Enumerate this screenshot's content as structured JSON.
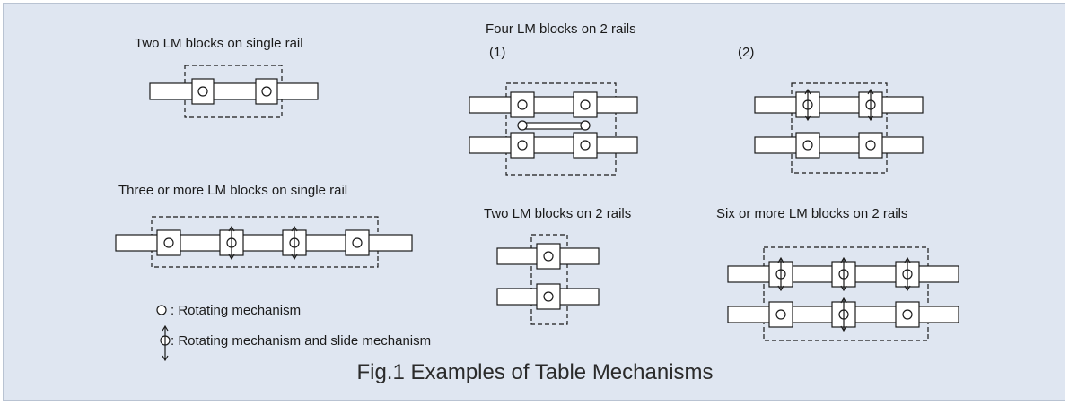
{
  "labels": {
    "two_single": "Two LM blocks on single rail",
    "four_two": "Four LM blocks on 2 rails",
    "variant1": "(1)",
    "variant2": "(2)",
    "three_single": "Three or more LM blocks on single rail",
    "two_two": "Two LM blocks on 2 rails",
    "six_two": "Six or more LM blocks on 2 rails"
  },
  "legend": {
    "rotating": ": Rotating mechanism",
    "rotating_slide": ": Rotating mechanism and slide mechanism"
  },
  "caption": "Fig.1 Examples of Table Mechanisms",
  "colors": {
    "panel_bg": "#dfe6f1",
    "line": "#1a1a1a",
    "fill": "#ffffff"
  }
}
